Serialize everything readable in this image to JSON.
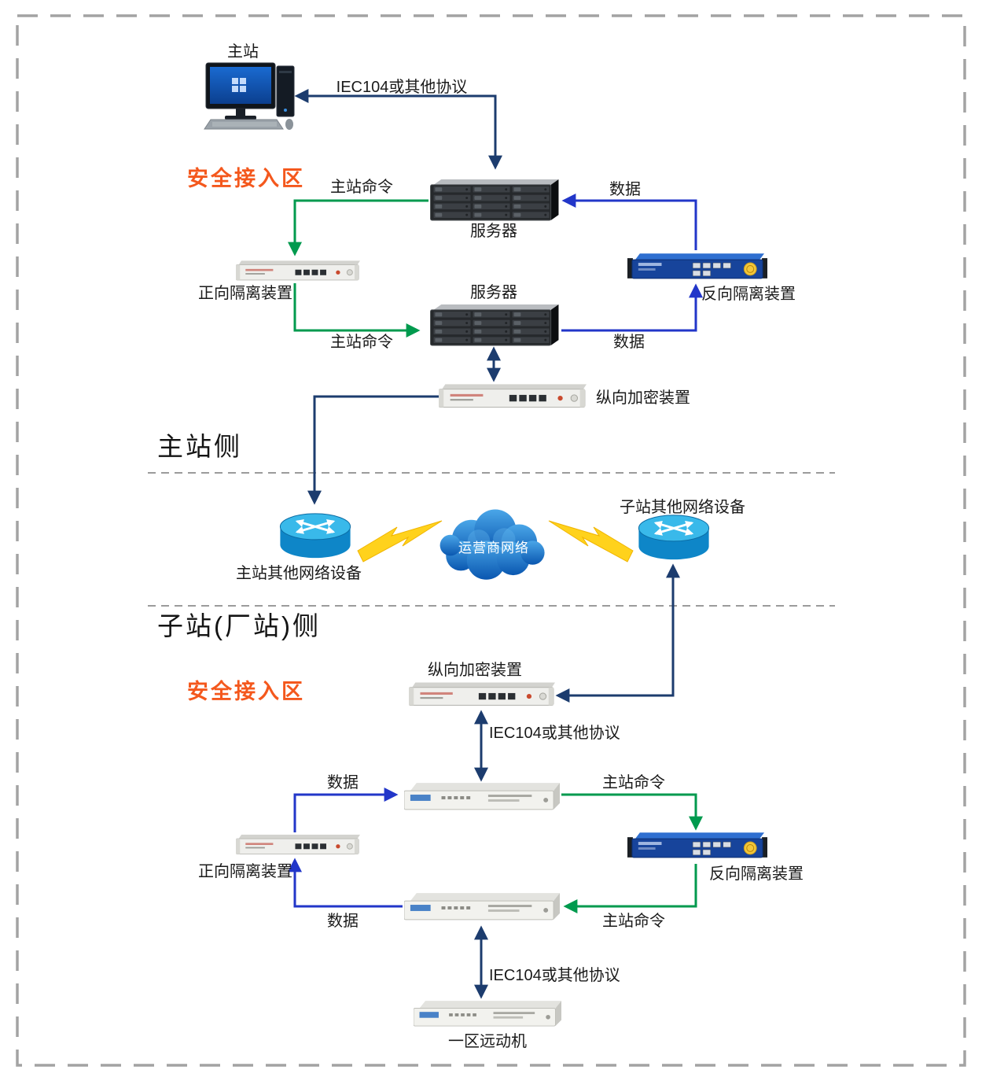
{
  "labels": {
    "master_station": "主站",
    "iec104_top": "IEC104或其他协议",
    "security_zone_top": "安全接入区",
    "server1": "服务器",
    "master_cmd_1": "主站命令",
    "data_1": "数据",
    "forward_isolation_top": "正向隔离装置",
    "server2": "服务器",
    "reverse_isolation_top": "反向隔离装置",
    "master_cmd_2": "主站命令",
    "data_2": "数据",
    "encryption_top": "纵向加密装置",
    "master_side": "主站侧",
    "master_network": "主站其他网络设备",
    "carrier_network": "运营商网络",
    "substation_network": "子站其他网络设备",
    "substation_side": "子站(厂站)侧",
    "security_zone_bottom": "安全接入区",
    "encryption_bottom": "纵向加密装置",
    "iec104_mid": "IEC104或其他协议",
    "data_3": "数据",
    "master_cmd_3": "主站命令",
    "forward_isolation_bottom": "正向隔离装置",
    "reverse_isolation_bottom": "反向隔离装置",
    "data_4": "数据",
    "master_cmd_4": "主站命令",
    "iec104_bottom": "IEC104或其他协议",
    "remote_terminal": "一区远动机"
  },
  "colors": {
    "arrow_navy": "#1c3c6e",
    "arrow_green": "#009a4e",
    "arrow_blue": "#2236c9",
    "zone_orange": "#f4581d",
    "lightning_yellow": "#ffd21c"
  }
}
